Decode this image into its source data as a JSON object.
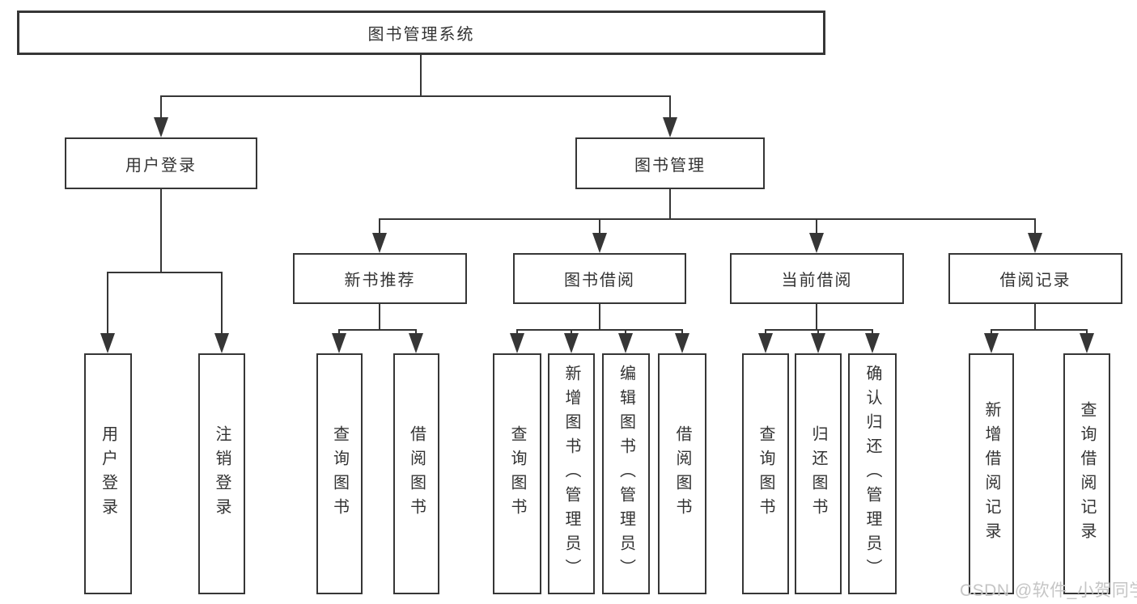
{
  "diagram": {
    "root": {
      "label": "图书管理系统"
    },
    "branches": [
      {
        "label": "用户登录",
        "children": [
          "用户登录",
          "注销登录"
        ]
      },
      {
        "label": "图书管理",
        "groups": [
          {
            "label": "新书推荐",
            "children": [
              "查询图书",
              "借阅图书"
            ]
          },
          {
            "label": "图书借阅",
            "children": [
              "查询图书",
              "新增图书（管理员）",
              "编辑图书（管理员）",
              "借阅图书"
            ]
          },
          {
            "label": "当前借阅",
            "children": [
              "查询图书",
              "归还图书",
              "确认归还（管理员）"
            ]
          },
          {
            "label": "借阅记录",
            "children": [
              "新增借阅记录",
              "查询借阅记录"
            ]
          }
        ]
      }
    ]
  },
  "watermark": {
    "text": "CSDN @软件_小贺同学",
    "color": "#c5c5c5"
  },
  "colors": {
    "line": "#363636",
    "border": "#363636",
    "text": "#333333",
    "background": "#ffffff"
  }
}
